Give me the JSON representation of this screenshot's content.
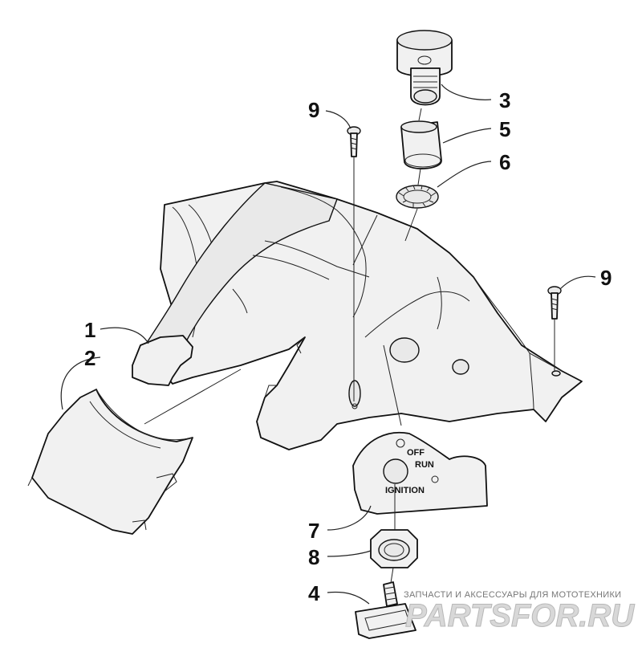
{
  "callouts": {
    "c1": "1",
    "c2": "2",
    "c3": "3",
    "c4": "4",
    "c5": "5",
    "c6": "6",
    "c7": "7",
    "c8": "8",
    "c9a": "9",
    "c9b": "9"
  },
  "ignition_plate": {
    "off": "OFF",
    "run": "RUN",
    "ignition": "IGNITION"
  },
  "watermark": {
    "tagline": "ЗАПЧАСТИ И АКСЕССУАРЫ ДЛЯ МОТОТЕХНИКИ",
    "logo": "PARTSFOR.RU"
  }
}
